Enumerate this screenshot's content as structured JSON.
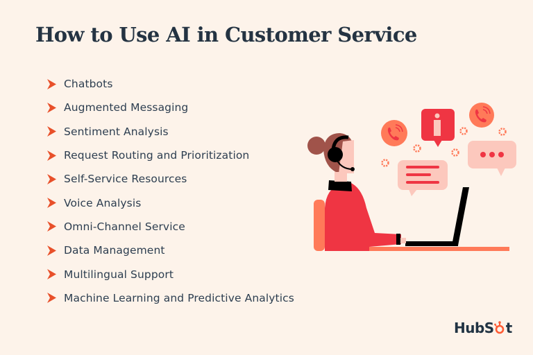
{
  "title": "How to Use AI in Customer Service",
  "items": [
    {
      "label": "Chatbots"
    },
    {
      "label": "Augmented Messaging"
    },
    {
      "label": "Sentiment Analysis"
    },
    {
      "label": "Request Routing and Prioritization"
    },
    {
      "label": "Self-Service Resources"
    },
    {
      "label": "Voice Analysis"
    },
    {
      "label": "Omni-Channel Service"
    },
    {
      "label": "Data Management"
    },
    {
      "label": "Multilingual Support"
    },
    {
      "label": "Machine Learning and Predictive Analytics"
    }
  ],
  "bullet_icon": "chevron-right-arrow",
  "logo": {
    "text_a": "HubS",
    "text_b": "t",
    "icon": "sprocket-o"
  },
  "illustration": {
    "subject": "agent-with-headset-at-laptop",
    "bubbles": [
      "phone-call",
      "info",
      "phone-call",
      "text-lines-message",
      "typing-dots-message"
    ]
  },
  "colors": {
    "background": "#fdf3ea",
    "title": "#243342",
    "text": "#2d3e50",
    "accent": "#e8502a",
    "shirt": "#ef3543",
    "orange": "#ff7a59",
    "pink_bubble": "#fcc8bd"
  }
}
